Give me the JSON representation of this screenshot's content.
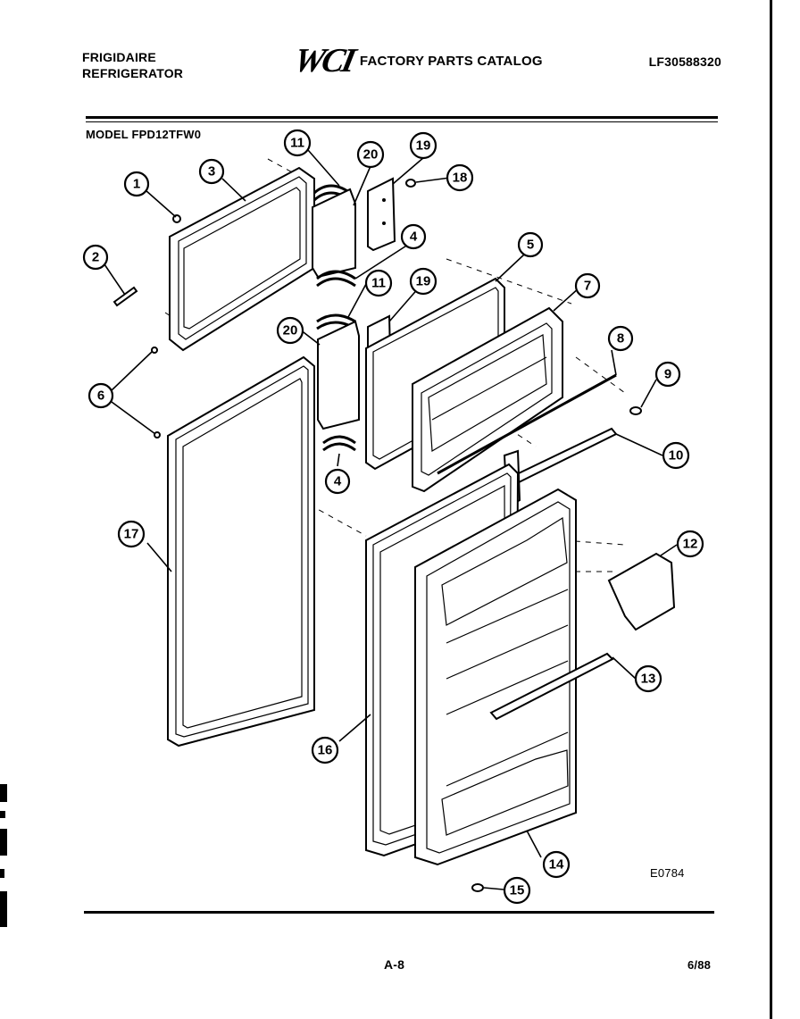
{
  "header": {
    "brand_line1": "FRIGIDAIRE",
    "brand_line2": "REFRIGERATOR",
    "logo_text": "WCI",
    "catalog_title": "FACTORY PARTS CATALOG",
    "catalog_number": "LF30588320"
  },
  "model_label": "MODEL FPD12TFW0",
  "drawing_code": "E0784",
  "footer": {
    "page": "A-8",
    "date": "6/88"
  },
  "callouts": [
    "1",
    "2",
    "3",
    "4",
    "4",
    "5",
    "6",
    "7",
    "8",
    "9",
    "10",
    "11",
    "11",
    "12",
    "13",
    "14",
    "15",
    "16",
    "17",
    "18",
    "19",
    "19",
    "20",
    "20"
  ]
}
